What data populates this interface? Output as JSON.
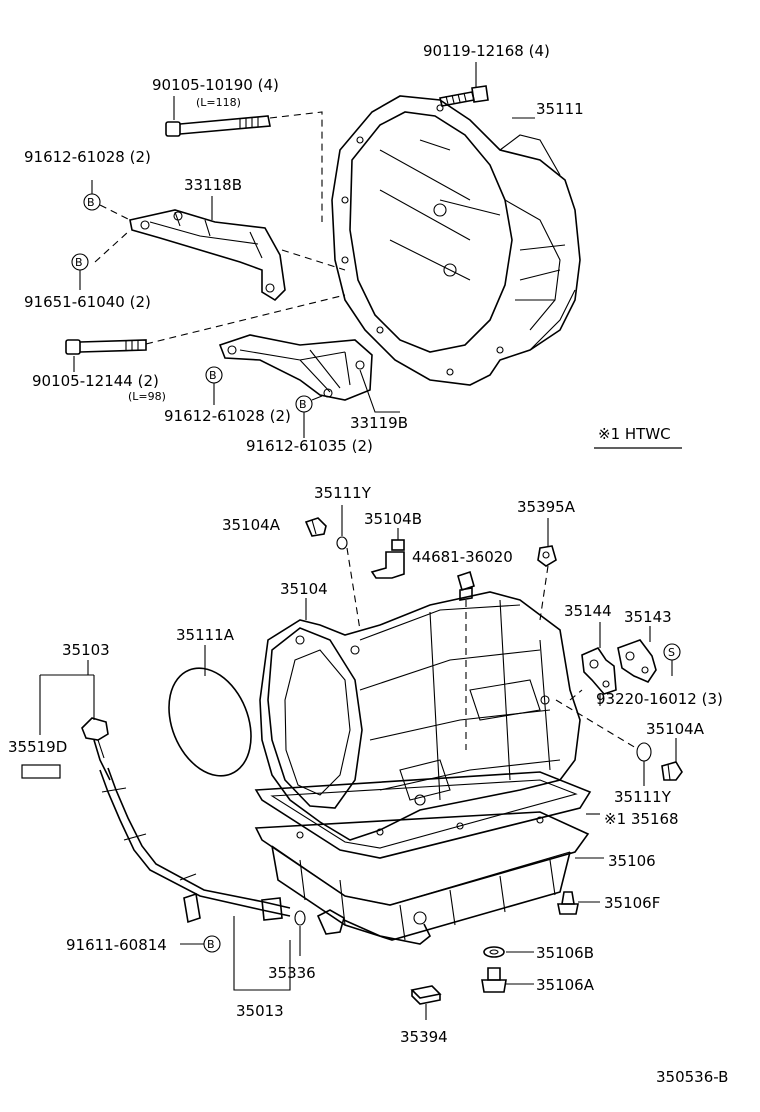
{
  "labels": {
    "p90119": "90119-12168 (4)",
    "p90105a": "90105-10190 (4)",
    "p90105a_len": "(L=118)",
    "p35111": "35111",
    "p91612a": "91612-61028 (2)",
    "p33118b": "33118B",
    "p91651": "91651-61040 (2)",
    "p90105b": "90105-12144 (2)",
    "p90105b_len": "(L=98)",
    "p91612b": "91612-61028 (2)",
    "p33119b": "33119B",
    "p91612c": "91612-61035 (2)",
    "note_htwc": "※1 HTWC",
    "p35111y_top": "35111Y",
    "p35104a_top": "35104A",
    "p35104b": "35104B",
    "p35395a": "35395A",
    "p44681": "44681-36020",
    "p35104": "35104",
    "p35144": "35144",
    "p35143": "35143",
    "p35111a": "35111A",
    "p35103": "35103",
    "p93220": "93220-16012 (3)",
    "p35104a_right": "35104A",
    "p35519d": "35519D",
    "p35111y_right": "35111Y",
    "p35168": "※1 35168",
    "p35106": "35106",
    "p35106f": "35106F",
    "p91611": "91611-60814",
    "p35106b": "35106B",
    "p35336": "35336",
    "p35106a": "35106A",
    "p35013": "35013",
    "p35394": "35394",
    "figure_code": "350536-B"
  },
  "symbols": {
    "bolt_mark": "B",
    "stud_mark": "S"
  }
}
